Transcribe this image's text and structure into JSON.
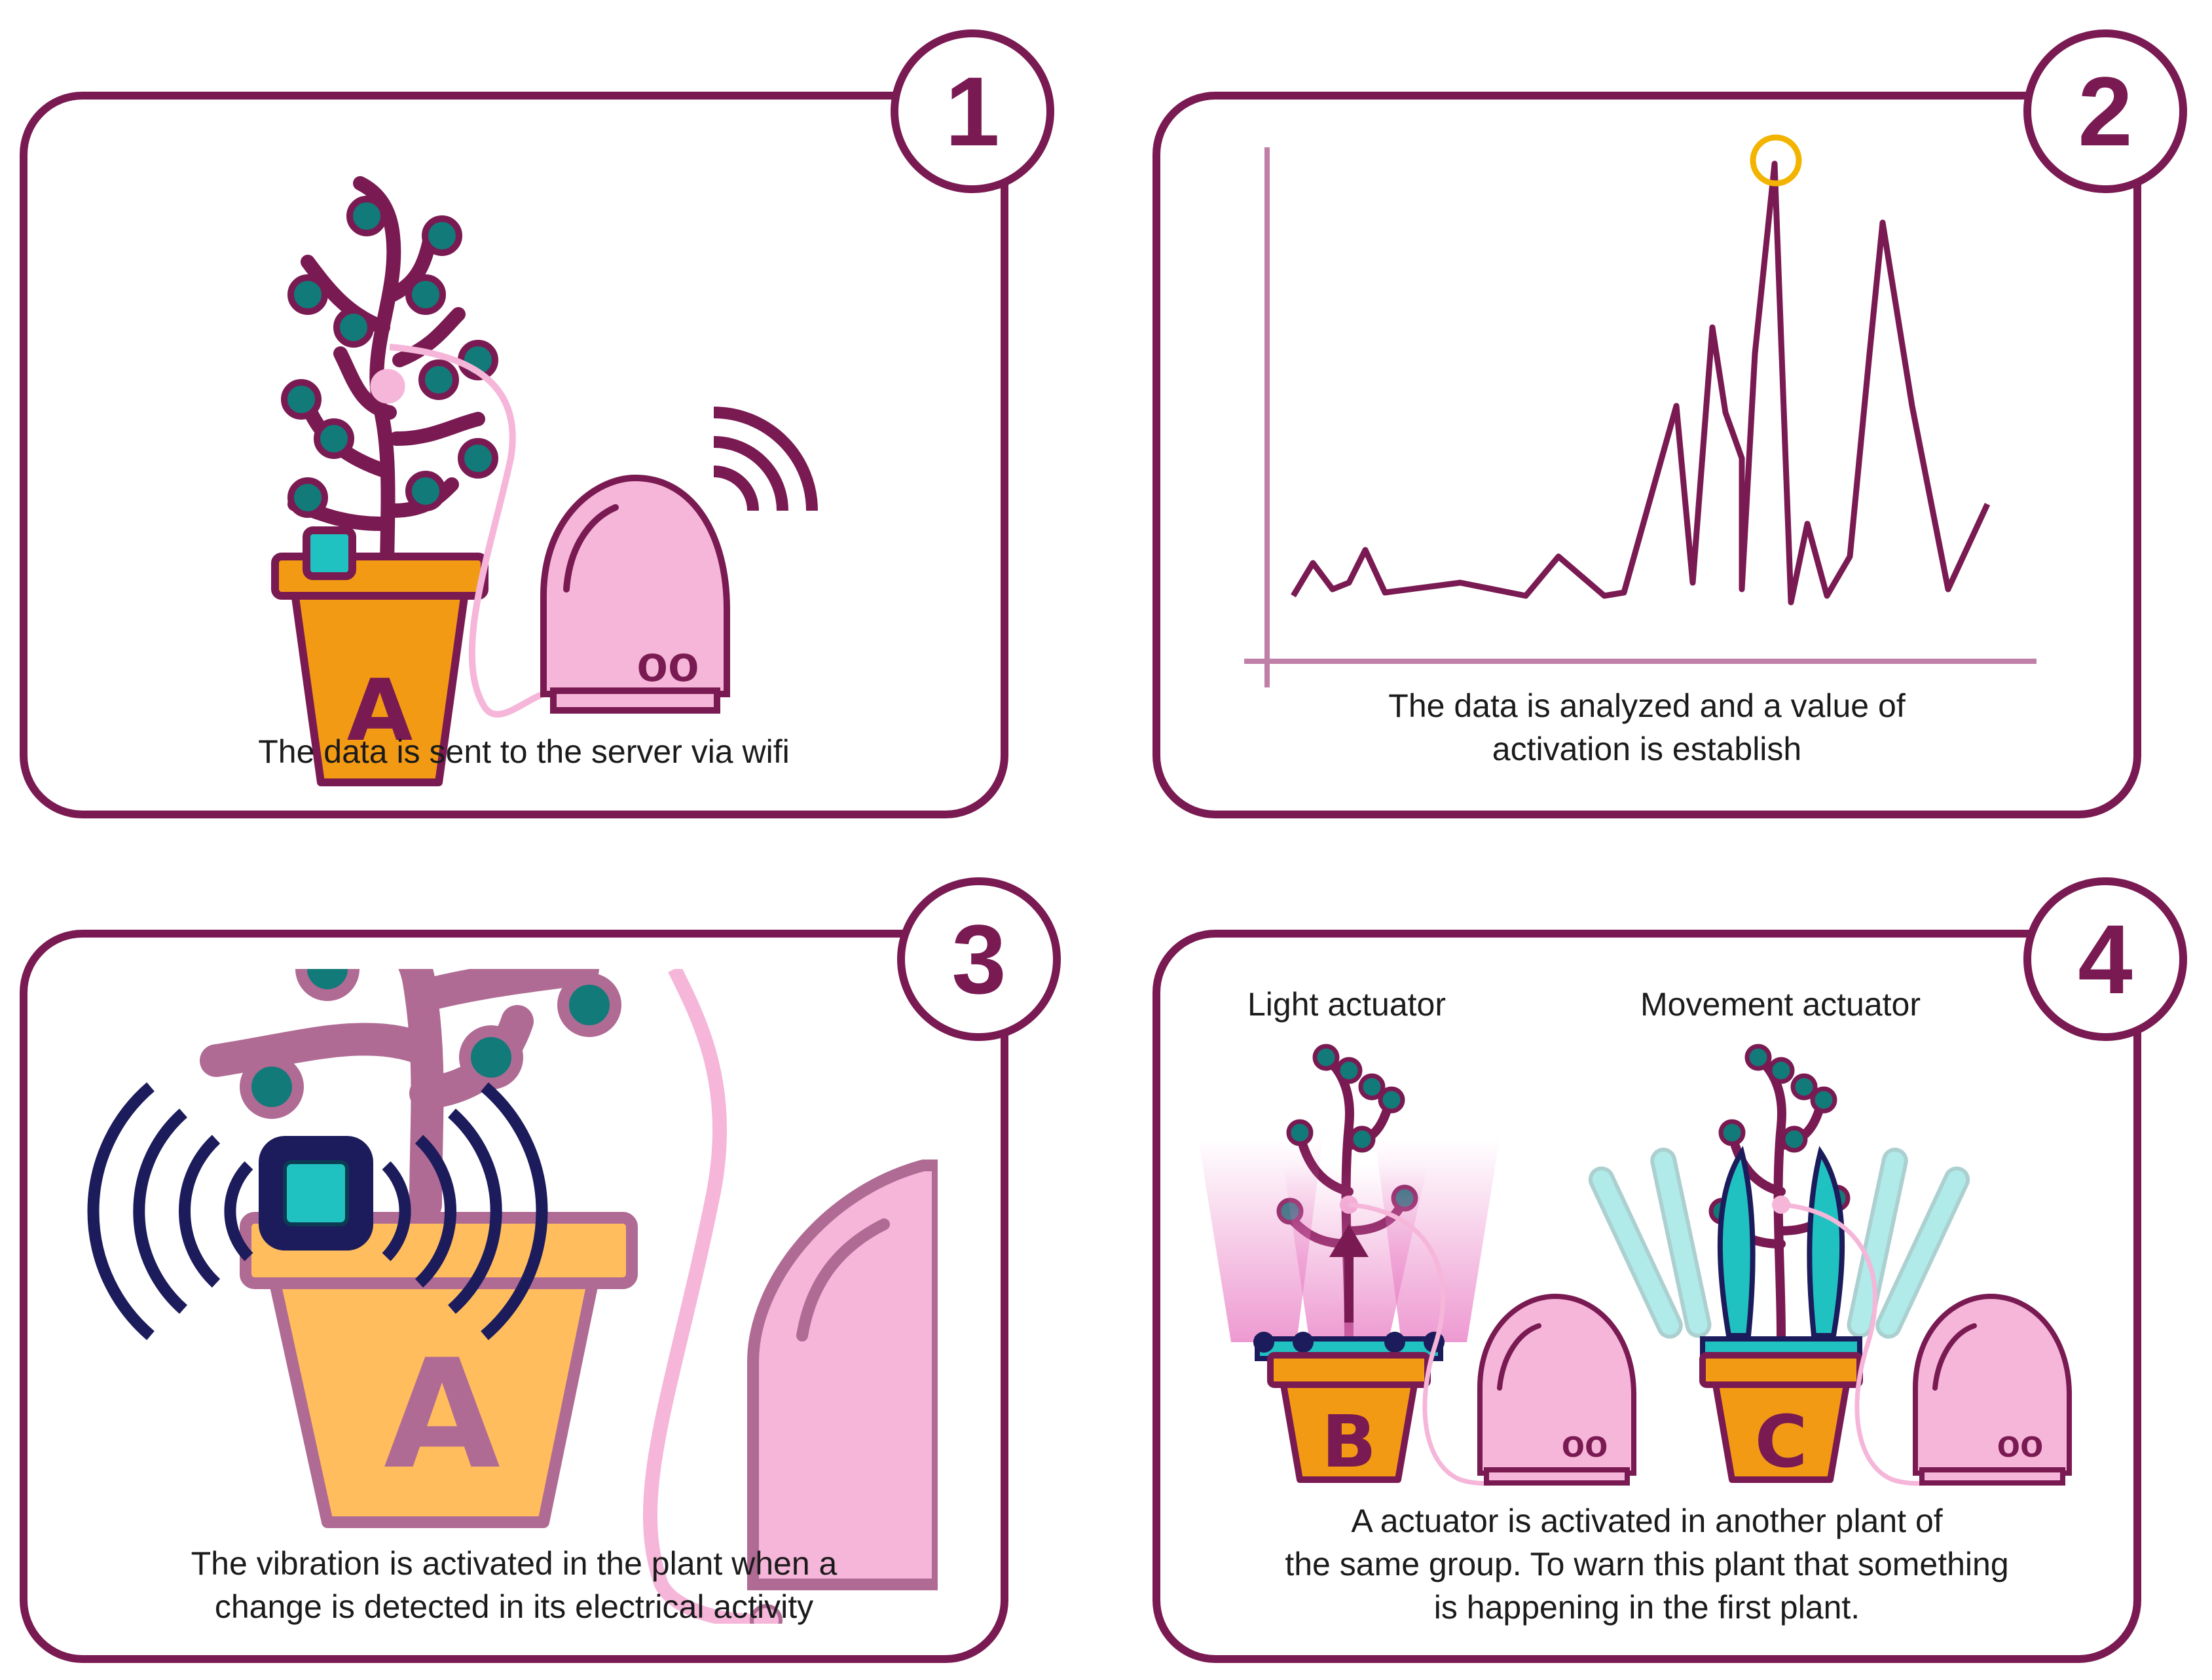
{
  "steps": [
    {
      "number": "1",
      "caption": "The data is sent to the server via wifi",
      "pot_letter": "A"
    },
    {
      "number": "2",
      "caption_line1": "The data is analyzed and a value of",
      "caption_line2": "activation is establish"
    },
    {
      "number": "3",
      "caption_line1": "The vibration is activated in the plant when a",
      "caption_line2": "change is detected in its electrical activity",
      "pot_letter": "A"
    },
    {
      "number": "4",
      "label_light": "Light actuator",
      "label_movement": "Movement actuator",
      "pot_letter_b": "B",
      "pot_letter_c": "C",
      "caption_line1": "A actuator is activated in another plant of",
      "caption_line2": "the same group. To warn this plant that something",
      "caption_line3": "is happening in the first plant."
    }
  ],
  "server_label": "oo",
  "colors": {
    "frame": "#7a1a52",
    "pot": "#f39a14",
    "server": "#f5b6d9",
    "leaf": "#127a78",
    "sensor": "#1fc2c0",
    "peak_marker": "#f2b400",
    "vibration": "#1c1c5c"
  }
}
